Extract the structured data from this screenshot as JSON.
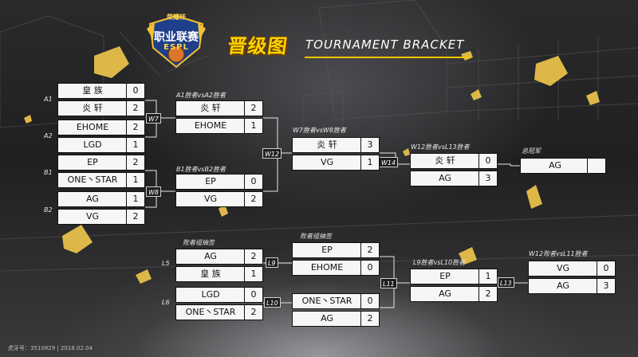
{
  "header": {
    "logo_top": "荣耀杯",
    "logo_title": "职业联赛",
    "logo_sub": "ESPL",
    "title_cn": "晋级图",
    "title_en": "TOURNAMENT BRACKET"
  },
  "seeds": {
    "a1": "A1",
    "a2": "A2",
    "b1": "B1",
    "b2": "B2",
    "l5": "L5",
    "l6": "L6"
  },
  "match_labels": {
    "w7": "W7",
    "w8": "W8",
    "w12": "W12",
    "w14": "W14",
    "l9": "L9",
    "l10": "L10",
    "l11": "L11",
    "l13": "L13"
  },
  "captions": {
    "w7": "A1胜者vsA2胜者",
    "w8": "B1胜者vsB2胜者",
    "w12": "W7胜者vsW8胜者",
    "w14": "W12胜者vsL13胜者",
    "champion": "总冠军",
    "l9": "败者组抽签",
    "l10": "败者组抽签",
    "l11": "L9胜者vsL10胜者",
    "l13": "W12败者vsL11胜者"
  },
  "matches": {
    "a1": {
      "t1": "皇 族",
      "s1": "0",
      "t2": "炎 轩",
      "s2": "2"
    },
    "a2": {
      "t1": "EHOME",
      "s1": "2",
      "t2": "LGD",
      "s2": "1"
    },
    "b1": {
      "t1": "EP",
      "s1": "2",
      "t2": "ONE丶STAR",
      "s2": "1"
    },
    "b2": {
      "t1": "AG",
      "s1": "1",
      "t2": "VG",
      "s2": "2"
    },
    "w7": {
      "t1": "炎 轩",
      "s1": "2",
      "t2": "EHOME",
      "s2": "1"
    },
    "w8": {
      "t1": "EP",
      "s1": "0",
      "t2": "VG",
      "s2": "2"
    },
    "w12": {
      "t1": "炎 轩",
      "s1": "3",
      "t2": "VG",
      "s2": "1"
    },
    "w14": {
      "t1": "炎 轩",
      "s1": "0",
      "t2": "AG",
      "s2": "3"
    },
    "final": {
      "t1": "AG",
      "s1": ""
    },
    "l5": {
      "t1": "AG",
      "s1": "2",
      "t2": "皇 族",
      "s2": "1"
    },
    "l6": {
      "t1": "LGD",
      "s1": "0",
      "t2": "ONE丶STAR",
      "s2": "2"
    },
    "l9": {
      "t1": "EP",
      "s1": "2",
      "t2": "EHOME",
      "s2": "0"
    },
    "l10": {
      "t1": "ONE丶STAR",
      "s1": "0",
      "t2": "AG",
      "s2": "2"
    },
    "l11": {
      "t1": "EP",
      "s1": "1",
      "t2": "AG",
      "s2": "2"
    },
    "l13": {
      "t1": "VG",
      "s1": "0",
      "t2": "AG",
      "s2": "3"
    }
  },
  "footer": {
    "text": "虎牙号：3510829  |  2018.02.04"
  }
}
